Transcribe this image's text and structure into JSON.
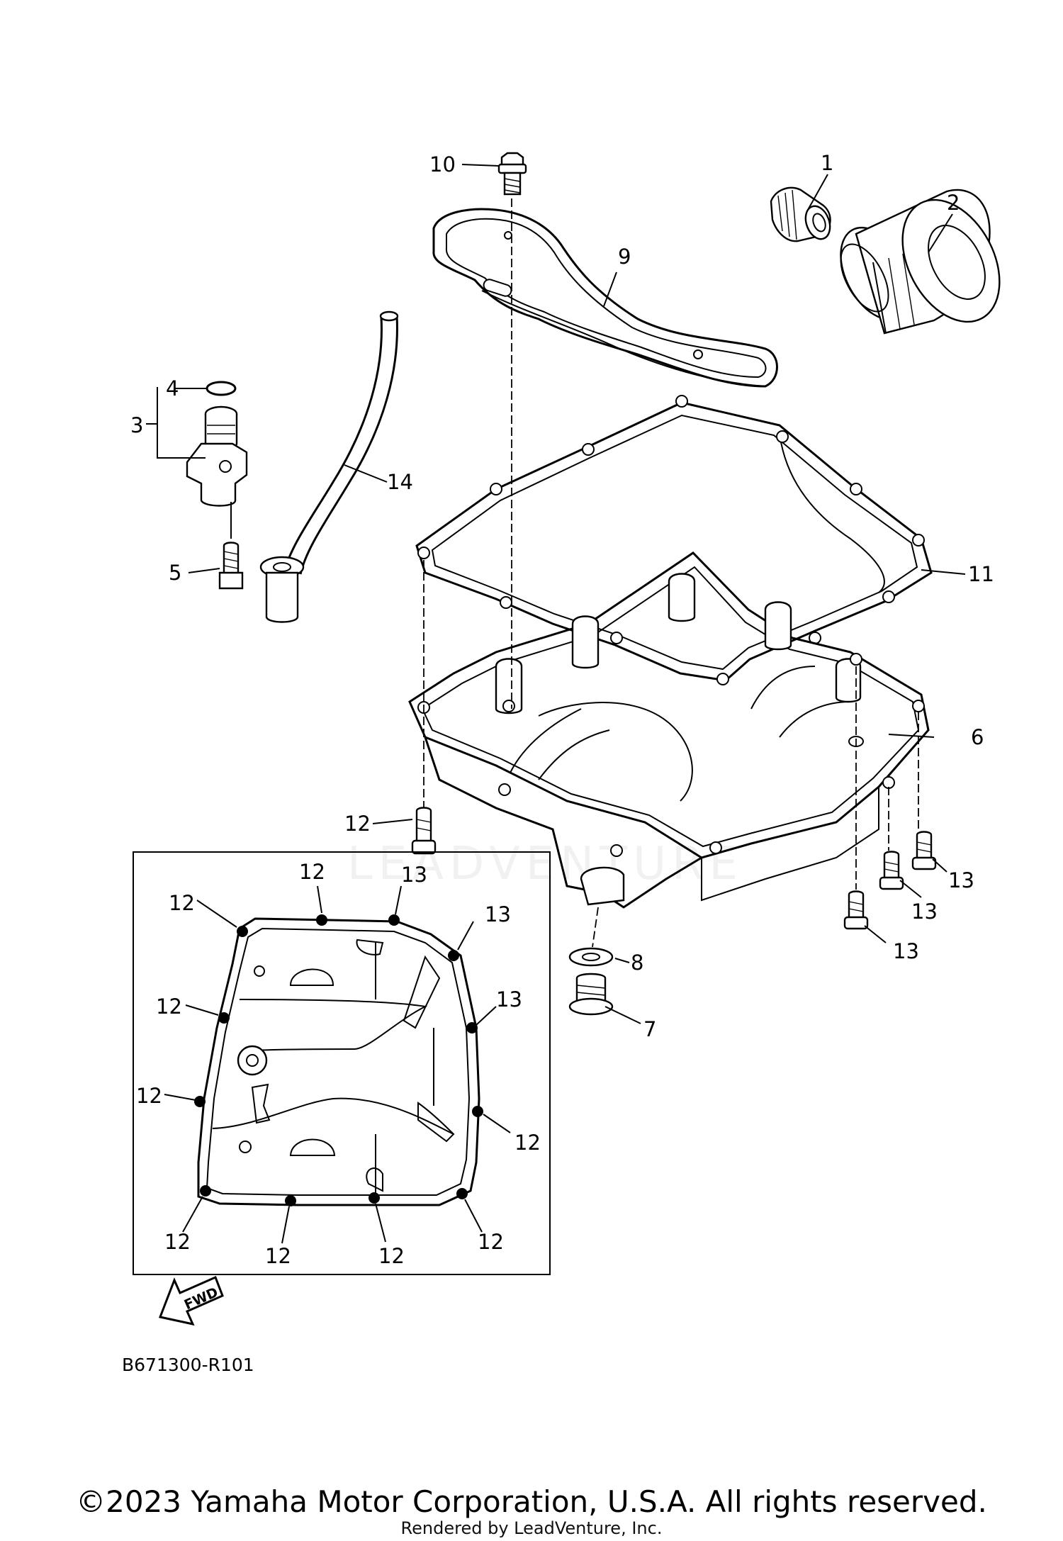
{
  "labels": {
    "p1": "1",
    "p2": "2",
    "p3": "3",
    "p4": "4",
    "p5": "5",
    "p6": "6",
    "p7": "7",
    "p8": "8",
    "p9": "9",
    "p10": "10",
    "p11": "11",
    "p14": "14",
    "bolt12": "12",
    "bolt13": "13"
  },
  "fwd_label": "FWD",
  "reference_code": "B671300-R101",
  "watermark": "LEADVENTURE",
  "copyright": "©2023 Yamaha Motor Corporation, U.S.A. All rights reserved.",
  "rendered_by": "Rendered by LeadVenture, Inc."
}
